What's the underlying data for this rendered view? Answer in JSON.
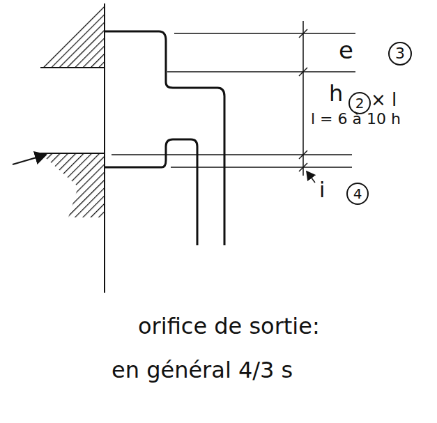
{
  "diagram": {
    "labels": [
      "e",
      "3",
      "h",
      "2",
      "× l",
      "l = 6 à 10 h",
      "i",
      "4",
      "orifice de sortie:",
      "en général 4/3 s"
    ]
  }
}
